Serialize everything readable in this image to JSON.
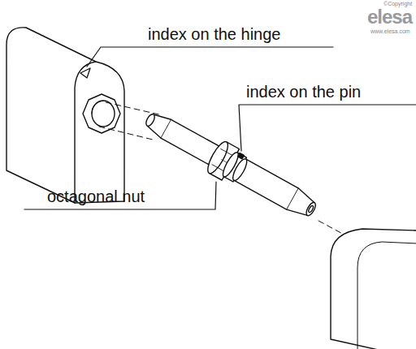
{
  "diagram": {
    "labels": [
      "index on the hinge",
      "index on the pin",
      "octagonal nut",
      "©Copyright",
      "elesa",
      "www.elesa.com"
    ]
  }
}
